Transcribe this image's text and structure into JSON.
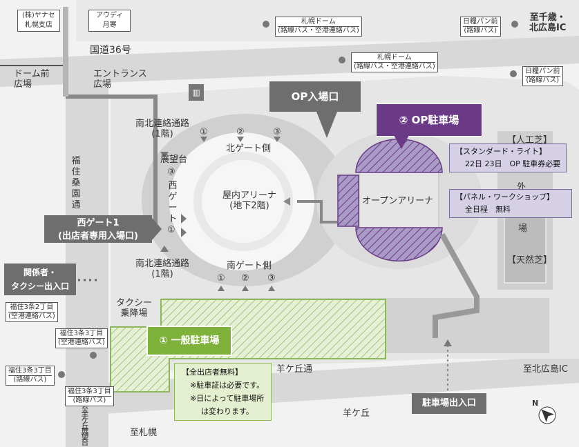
{
  "labels": {
    "store_line1": "(株)ヤナセ",
    "store_line2": "札幌支店",
    "audi_line1": "アウディ",
    "audi_line2": "月寒",
    "route36": "国道36号",
    "dome_plaza_line1": "ドーム前",
    "dome_plaza_line2": "広場",
    "entrance_line1": "エントランス",
    "entrance_line2": "広場",
    "fukuzumi_vertical": "福住桑園通",
    "ns_passage_top_line1": "南北連絡通路",
    "ns_passage_top_line2": "(1階)",
    "ns_passage_bottom_line1": "南北連絡通路",
    "ns_passage_bottom_line2": "(1階)",
    "north_gate": "北ゲート側",
    "south_gate": "南ゲート側",
    "observatory": "展望台",
    "west_gate_vertical": "西ゲート",
    "indoor_arena_line1": "屋内アリーナ",
    "indoor_arena_line2": "(地下2階)",
    "open_arena": "オープンアリーナ",
    "artificial_turf": "【人工芝】",
    "natural_turf": "【天然芝】",
    "outer_partial": "外",
    "outer_partial2": "場",
    "taxi_line1": "タクシー",
    "taxi_line2": "乗降場",
    "hitsujigaoka_dori": "羊ケ丘通",
    "hitsujigaoka": "羊ケ丘",
    "to_kitahiroshima_ic": "至北広島IC",
    "to_chitose_line1": "至千歳・",
    "to_chitose_line2": "北広島IC",
    "to_sapporo": "至札幌",
    "to_observatory_vertical": "至羊ケ丘展望台",
    "north_arrow": "N"
  },
  "gate_numbers": {
    "north": [
      "①",
      "②",
      "③"
    ],
    "south": [
      "①",
      "②",
      "③"
    ],
    "observatory_num": "③",
    "west_num": "①"
  },
  "bus_stops": {
    "dome1_line1": "札幌ドーム",
    "dome1_line2": "(路線バス・空港連絡バス)",
    "dome2_line1": "札幌ドーム",
    "dome2_line2": "(路線バス・空港連絡バス)",
    "hitsujibashi1_line1": "日糧パン前",
    "hitsujibashi1_line2": "(路線バス)",
    "hitsujibashi2_line1": "日糧パン前",
    "hitsujibashi2_line2": "(路線バス)",
    "f32_line1": "福住3条2丁目",
    "f32_line2": "(空港連絡バス)",
    "f33a_line1": "福住3条3丁目",
    "f33a_line2": "(空港連絡バス)",
    "f33b_line1": "福住3条3丁目",
    "f33b_line2": "(路線バス)",
    "f33c_line1": "福住3条3丁目",
    "f33c_line2": "(路線バス)"
  },
  "callouts": {
    "op_entrance": "OP入場口",
    "op_parking": "② OP駐車場",
    "west_gate1_line1": "西ゲート1",
    "west_gate1_line2": "(出店者専用入場口)",
    "staff_taxi_line1": "関係者・",
    "staff_taxi_line2": "タクシー出入口",
    "general_parking": "① 一般駐車場",
    "parking_entrance": "駐車場出入口"
  },
  "info_boxes": {
    "standard_title": "【スタンダード・ライト】",
    "standard_body": "22日 23日　OP 駐車券必要",
    "panel_title": "【パネル・ワークショップ】",
    "panel_body": "全日程　無料",
    "exhibitor_title": "【全出店者無料】",
    "exhibitor_line1": "※駐車証は必要です。",
    "exhibitor_line2": "※日によって駐車場所",
    "exhibitor_line3": "は変わります。"
  },
  "colors": {
    "purple": "#6a3a86",
    "purple_light": "#d6d0e6",
    "green": "#7fb23a",
    "green_light": "#e3efcf",
    "dark_gray": "#6e6e6e",
    "road": "#d9d9d9"
  }
}
